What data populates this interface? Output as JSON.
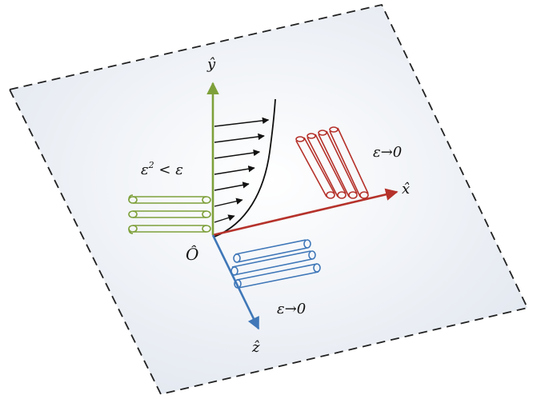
{
  "diagram": {
    "axes": {
      "x": {
        "label": "x̂",
        "color": "#b5322b"
      },
      "y": {
        "label": "ŷ",
        "color": "#7ea03a"
      },
      "z": {
        "label": "ẑ",
        "color": "#3f77b8"
      },
      "origin": "Ô"
    },
    "annotations": {
      "green_condition": {
        "eps": "ε",
        "sup": "2",
        "rel": " < ε"
      },
      "red_condition": "ε→0",
      "blue_condition": "ε→0"
    },
    "colors": {
      "plane_fill_center": "#ffffff",
      "plane_fill_edge": "#dfe5ee",
      "plane_border": "#222222",
      "profile_arrows": "#111111"
    }
  }
}
